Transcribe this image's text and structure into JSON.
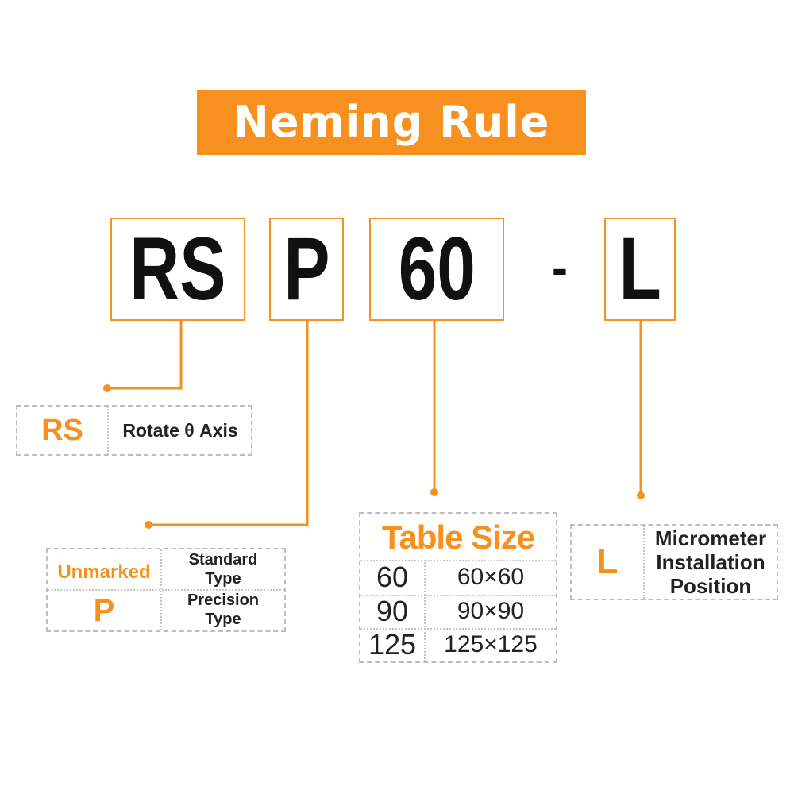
{
  "title": "Neming Rule",
  "model_code": {
    "segments": [
      "RS",
      "P",
      "60",
      "L"
    ],
    "separator": "-"
  },
  "axis_table": {
    "code": "RS",
    "description": "Rotate θ Axis"
  },
  "type_table": {
    "rows": [
      {
        "code": "Unmarked",
        "description": "Standard Type"
      },
      {
        "code": "P",
        "description": "Precision Type"
      }
    ]
  },
  "size_table": {
    "header": "Table Size",
    "rows": [
      {
        "code": "60",
        "value": "60×60"
      },
      {
        "code": "90",
        "value": "90×90"
      },
      {
        "code": "125",
        "value": "125×125"
      }
    ]
  },
  "micrometer_table": {
    "code": "L",
    "description_lines": [
      "Micrometer",
      "Installation",
      "Position"
    ]
  },
  "colors": {
    "accent": "#f7901e",
    "text": "#111111",
    "table_border": "#bdbdbd"
  }
}
